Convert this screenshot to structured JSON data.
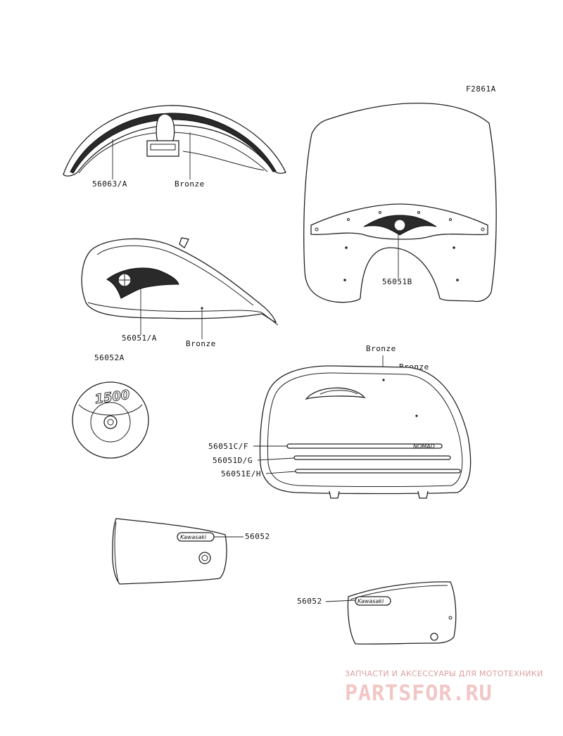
{
  "figure_id": "F2861A",
  "labels": {
    "front_fender_part": "56063/A",
    "front_fender_color": "Bronze",
    "windshield_part": "56051B",
    "fuel_tank_part": "56051/A",
    "fuel_tank_color": "Bronze",
    "emblem_part": "56052A",
    "emblem_text": "1500",
    "saddlebag_color_1": "Bronze",
    "saddlebag_color_2": "Bronze",
    "saddlebag_stripe_1": "56051C/F",
    "saddlebag_stripe_2": "56051D/G",
    "saddlebag_stripe_3": "56051E/H",
    "saddlebag_badge": "NOMAD",
    "left_cover_part": "56052",
    "right_cover_part": "56052",
    "cover_badge_text": "Kawasaki"
  },
  "watermark": {
    "tagline": "ЗАПЧАСТИ И АКСЕССУАРЫ ДЛЯ МОТОТЕХНИКИ",
    "brand": "PARTSFOR.RU"
  }
}
